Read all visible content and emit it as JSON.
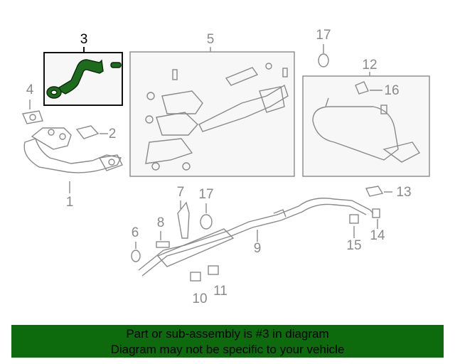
{
  "diagram": {
    "selected_part": "3",
    "colors": {
      "highlight": "#1e6b1e",
      "line": "#8a8a8a",
      "banner": "#0d6b0d"
    },
    "callouts": [
      "3",
      "5",
      "17",
      "12",
      "16",
      "4",
      "2",
      "1",
      "7",
      "17",
      "8",
      "6",
      "9",
      "13",
      "14",
      "15",
      "10",
      "11"
    ]
  },
  "banner": {
    "line1": "Part or sub-assembly is #3 in diagram",
    "line2": "Diagram may not be specific to your vehicle"
  }
}
